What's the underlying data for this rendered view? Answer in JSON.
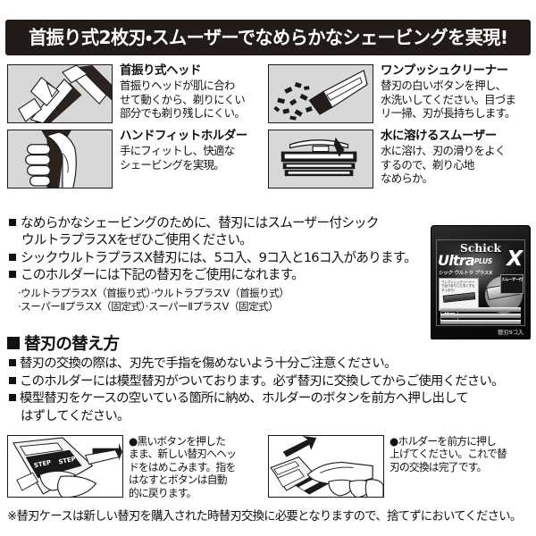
{
  "header": {
    "title": "首振り式2枚刃・スムーザーでなめらかなシェービングを実現!",
    "bg_color": "#231b17",
    "text_color": "#ffffff"
  },
  "features": [
    {
      "icon": "pivot-head-illustration",
      "title": "首振り式ヘッド",
      "body": [
        "首振りヘッドが肌に合わ",
        "せて動くから、剃りにくい",
        "部分でも剃り残しにくい。"
      ]
    },
    {
      "icon": "one-push-cleaner-illustration",
      "title": "ワンプッシュクリーナー",
      "body": [
        "替刃の白いボタンを押し、",
        "水洗いしてください。目づま",
        "リ一掃、刃が長持ちします。"
      ]
    },
    {
      "icon": "hand-fit-holder-illustration",
      "title": "ハンドフィットホルダー",
      "body": [
        "手にフィットし、快適な",
        "シェービングを実現。"
      ]
    },
    {
      "icon": "water-soluble-smoother-illustration",
      "title": "水に溶けるスムーザー",
      "body": [
        "水に溶け、刃の滑りをよく",
        "するので、剃り心地",
        "なめらか。"
      ]
    }
  ],
  "bullets": [
    {
      "lines": [
        "なめらかなシェービングのために、替刃にはスムーザー付シック",
        "ウルトラプラスXをぜひご使用ください。"
      ]
    },
    {
      "lines": [
        "シックウルトラプラスX替刃には、5コ入、9コ入と16コ入があります。"
      ]
    },
    {
      "lines": [
        "このホルダーには下記の替刃をご使用になれます。"
      ]
    }
  ],
  "blade_types": [
    "·ウルトラプラスX（首振り式）·ウルトラプラスV（首振り式）",
    "·スーパーⅡプラスX（固定式）·スーパーⅡプラスV（固定式）"
  ],
  "package": {
    "brand": "Schick",
    "product": "Ultra",
    "product_plus": "PLUS",
    "product_x": "X",
    "subtitle": "シック ウルトラ プラスX",
    "panel_text": "ワンプッシュクリーナーで目づまりした刃くずもすっきり!",
    "badge": "替刃",
    "tag_text": "スムーザー付",
    "count_label": "替刃9コ入"
  },
  "howto": {
    "heading": "替刃の替え方",
    "items": [
      {
        "lines": [
          "替刃の交換の際は、刃先で手指を傷めないよう十分ご注意ください。"
        ]
      },
      {
        "lines": [
          "このホルダーには模型替刃がついております。必ず替刃に交換してからご使用ください。"
        ]
      },
      {
        "lines": [
          "模型替刃をケースの空いている箇所に納め、ホルダーのボタンを前方へ押し出して",
          "はずしてください。"
        ]
      }
    ]
  },
  "steps": [
    {
      "icon": "press-black-button-illustration",
      "text": [
        "●黒いボタンを押した",
        "まま、新しい替刃へヘッ",
        "ドをはめこみます。指を",
        "はなすとボタンは自動",
        "的に戻ります。"
      ]
    },
    {
      "icon": "push-holder-forward-illustration",
      "text": [
        "●ホルダーを前方に押し",
        "上げてください。これで替",
        "刃の交換は完了です。"
      ]
    }
  ],
  "footer": {
    "note": "※替刃ケースは新しい替刃を購入された時替刃交換に必要となりますので、捨てずにおいてください。"
  }
}
